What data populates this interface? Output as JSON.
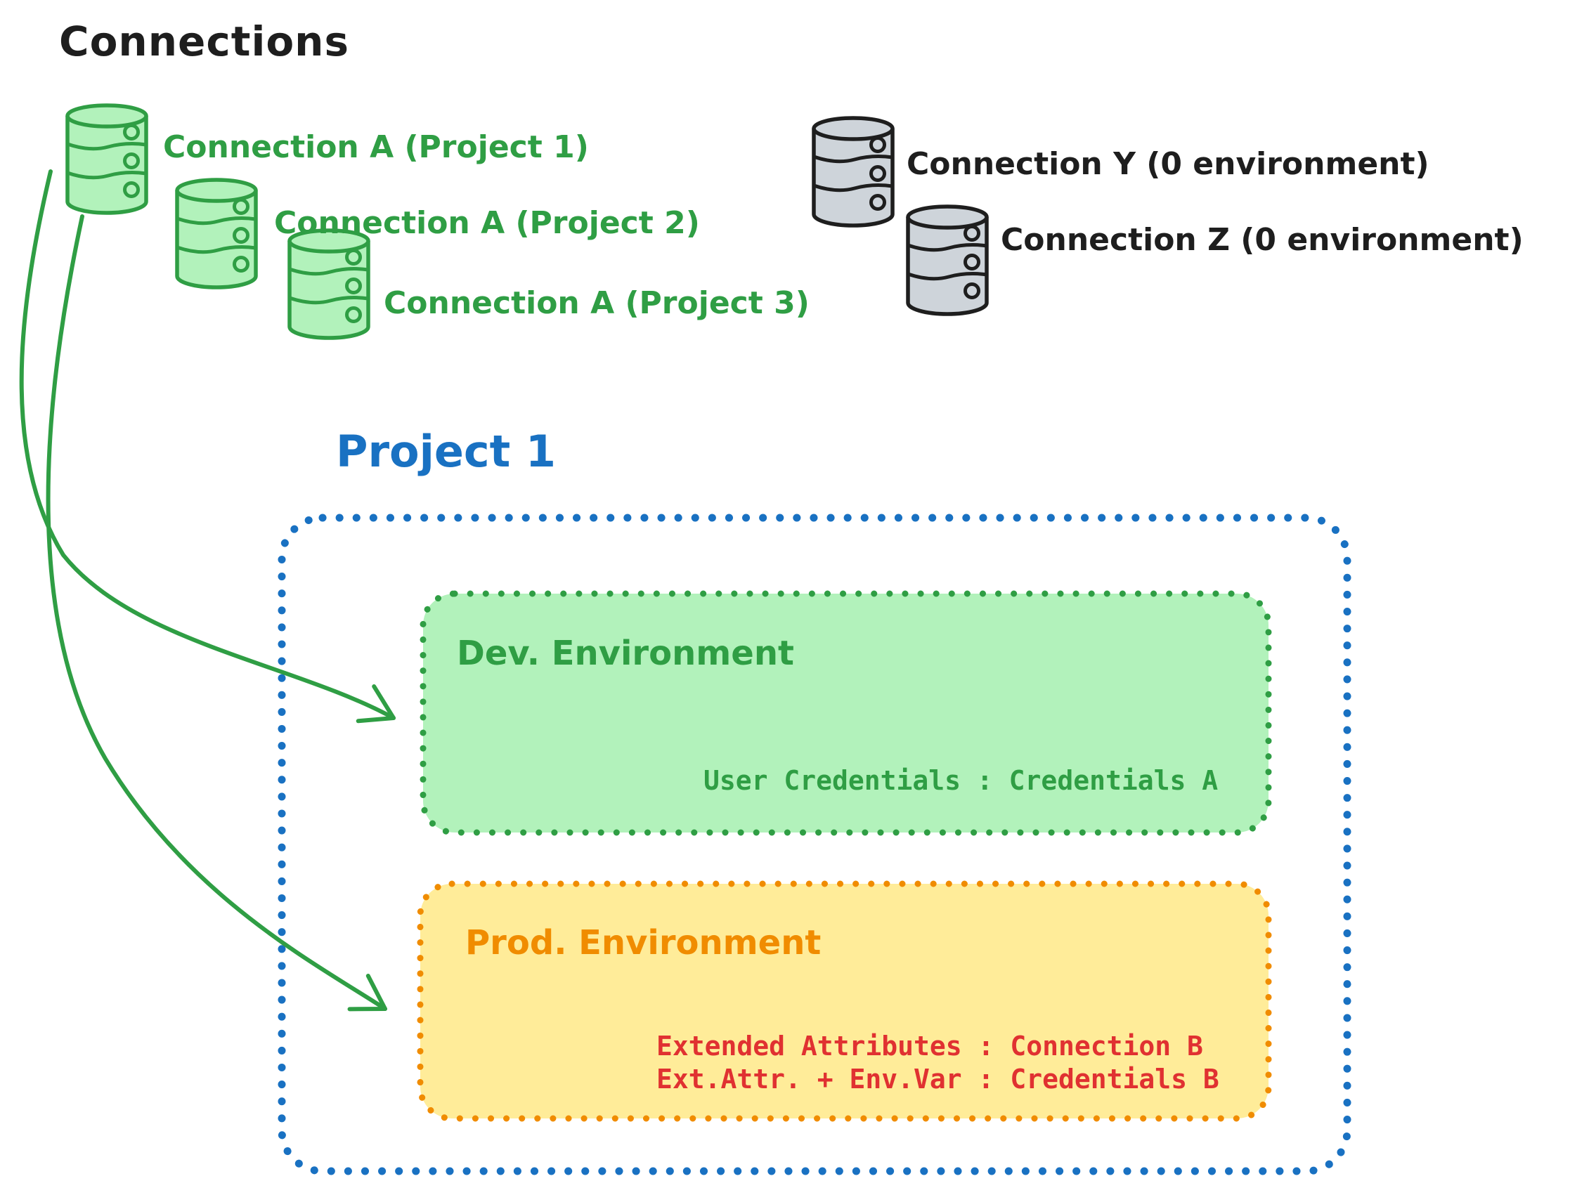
{
  "diagram": {
    "title": "Connections",
    "project_connections": [
      {
        "label": "Connection A (Project 1)"
      },
      {
        "label": "Connection A (Project 2)"
      },
      {
        "label": "Connection A (Project 3)"
      }
    ],
    "unassigned_connections": [
      {
        "label": "Connection Y (0 environment)"
      },
      {
        "label": "Connection Z (0 environment)"
      }
    ],
    "project": {
      "title": "Project 1",
      "environments": [
        {
          "name": "Dev. Environment",
          "lines": [
            "User Credentials : Credentials A"
          ]
        },
        {
          "name": "Prod. Environment",
          "lines": [
            "Extended Attributes : Connection B",
            "Ext.Attr. + Env.Var : Credentials B"
          ]
        }
      ]
    }
  },
  "icons": {
    "database": "database-cylinder-icon",
    "arrow": "curved-arrow-icon"
  },
  "colors": {
    "green": "#2f9e44",
    "green_fill": "#b2f2bb",
    "gray_fill": "#ced4da",
    "ink": "#1e1e1e",
    "blue": "#1971c2",
    "orange": "#f08c00",
    "orange_fill": "#ffec99",
    "red": "#e03131"
  }
}
